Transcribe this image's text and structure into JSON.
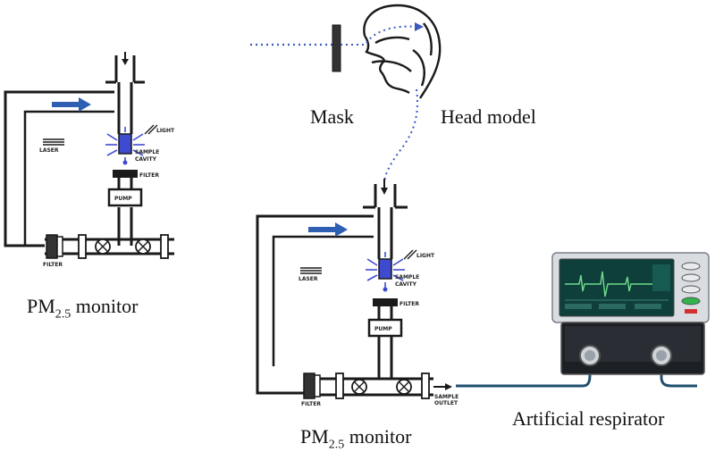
{
  "labels": {
    "mask": "Mask",
    "head_model": "Head model",
    "pm_prefix": "PM",
    "pm_sub": "2.5",
    "pm_suffix": " monitor",
    "artificial_respirator": "Artificial respirator"
  },
  "monitor_parts": {
    "laser": "LASER",
    "light": "LIGHT",
    "sample": "SAMPLE",
    "cavity": "CAVITY",
    "filter": "FILTER",
    "pump": "PUMP",
    "inlet_filter": "FILTER",
    "sample_outlet_1": "SAMPLE",
    "sample_outlet_2": "OUTLET"
  },
  "colors": {
    "outline": "#1a1a1a",
    "flow_arrow": "#2f5fb3",
    "dotted_flow": "#3a5ac0",
    "tube": "#1f4e6e",
    "screen": "#0f3f3a",
    "waveform": "#6fdc8c"
  }
}
